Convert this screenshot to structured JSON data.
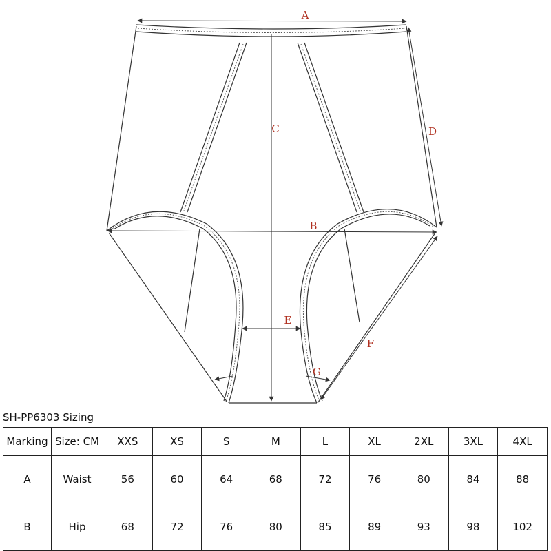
{
  "diagram": {
    "line_color": "#333333",
    "label_color": "#b03020",
    "labels": {
      "a": "A",
      "b": "B",
      "c": "C",
      "d": "D",
      "e": "E",
      "f": "F",
      "g": "G"
    }
  },
  "caption": "SH-PP6303 Sizing",
  "table": {
    "header": [
      "Marking",
      "Size: CM",
      "XXS",
      "XS",
      "S",
      "M",
      "L",
      "XL",
      "2XL",
      "3XL",
      "4XL"
    ],
    "rows": [
      [
        "A",
        "Waist",
        "56",
        "60",
        "64",
        "68",
        "72",
        "76",
        "80",
        "84",
        "88"
      ],
      [
        "B",
        "Hip",
        "68",
        "72",
        "76",
        "80",
        "85",
        "89",
        "93",
        "98",
        "102"
      ]
    ]
  }
}
